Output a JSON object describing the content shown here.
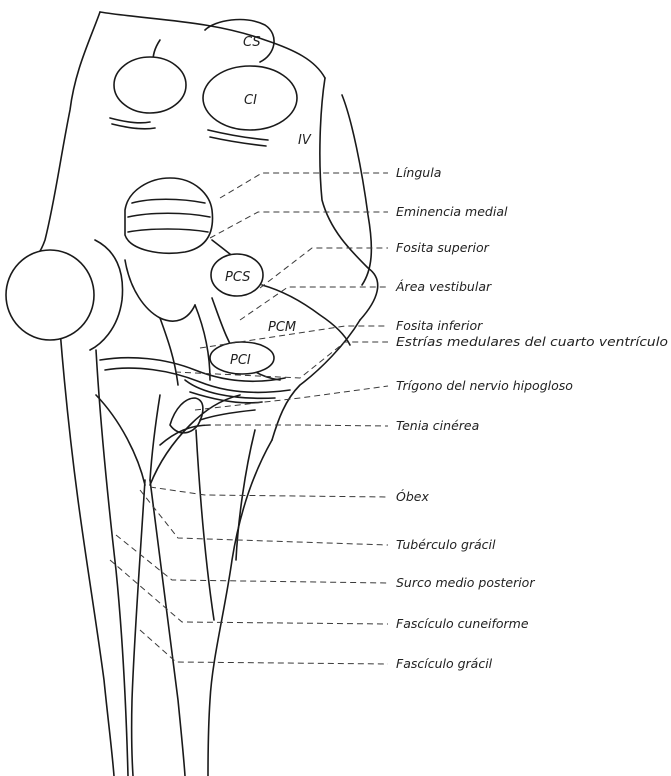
{
  "diagram": {
    "structure_labels": {
      "cs": "CS",
      "ci": "CI",
      "iv": "IV",
      "pcs": "PCS",
      "pcm": "PCM",
      "pci": "PCI"
    },
    "callouts": [
      "Língula",
      "Eminencia medial",
      "Fosita superior",
      "Área vestibular",
      "Fosita inferior",
      "Estrías medulares del cuarto ventrículo",
      "Trígono del nervio hipogloso",
      "Tenia cinérea",
      "Óbex",
      "Tubérculo grácil",
      "Surco medio posterior",
      "Fascículo cuneiforme",
      "Fascículo grácil"
    ]
  }
}
